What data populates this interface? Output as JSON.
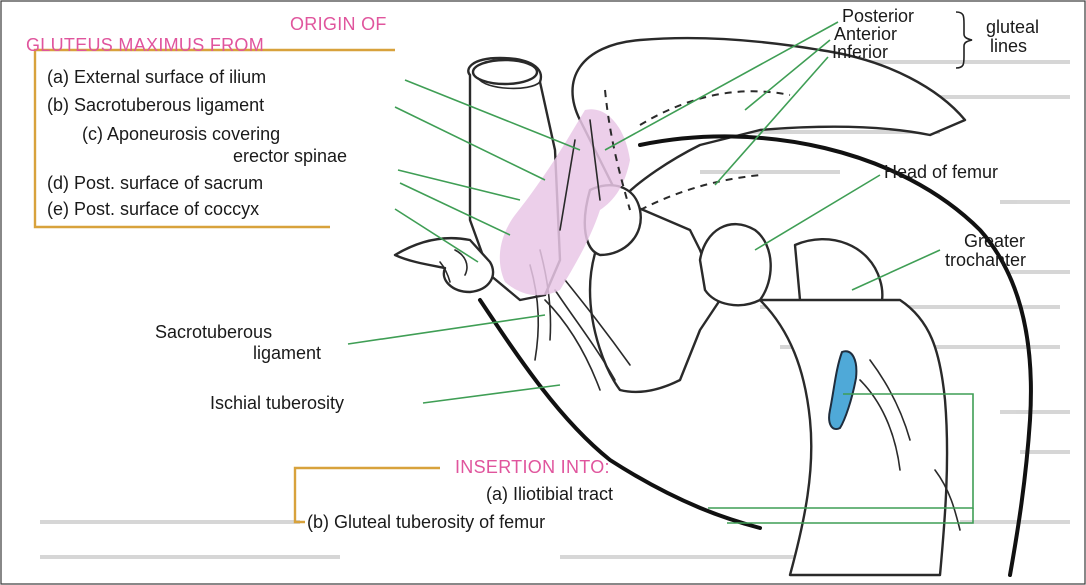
{
  "origin": {
    "heading": [
      "ORIGIN OF",
      "GLUTEUS MAXIMUS FROM"
    ],
    "items": [
      "(a) External surface of ilium",
      "(b) Sacrotuberous ligament",
      "(c) Aponeurosis covering",
      "erector spinae",
      "(d) Post. surface of sacrum",
      "(e) Post. surface of coccyx"
    ]
  },
  "gluteal_lines": {
    "items": [
      "Posterior",
      "Anterior",
      "Inferior"
    ],
    "group_label": [
      "gluteal",
      "lines"
    ]
  },
  "right_labels": {
    "head_of_femur": "Head of femur",
    "greater_trochanter": [
      "Greater",
      "trochanter"
    ]
  },
  "left_labels": {
    "sacrotuberous": [
      "Sacrotuberous",
      "ligament"
    ],
    "ischial": "Ischial tuberosity"
  },
  "insertion": {
    "heading": "INSERTION INTO:",
    "items": [
      "(a) Iliotibial tract",
      "(b) Gluteal tuberosity of femur"
    ]
  },
  "colors": {
    "heading_pink": "#e0559d",
    "leader_green": "#3f9e55",
    "bracket_orange": "#d8a23c",
    "muscle_pink": "#e9c7e6",
    "tract_blue": "#4fa9d8"
  }
}
